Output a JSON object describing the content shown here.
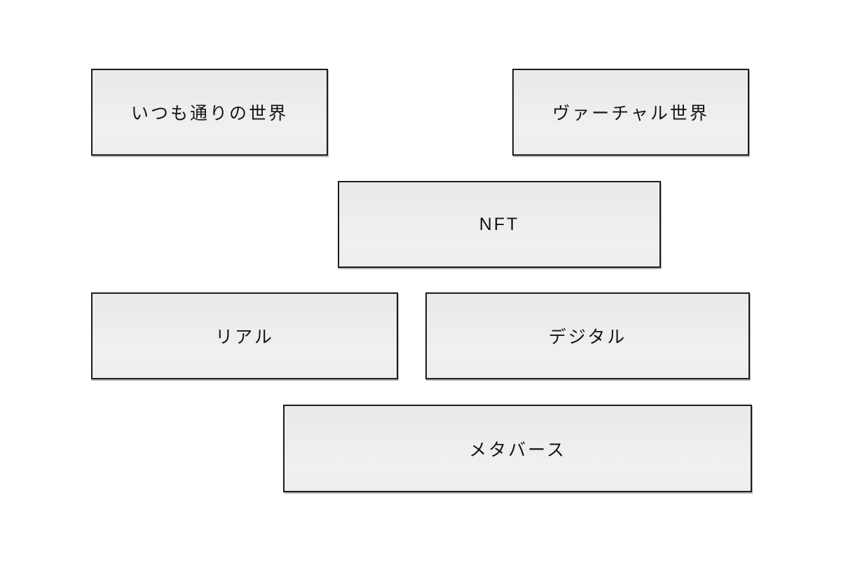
{
  "diagram": {
    "title": "metaverse-nft-concept-diagram",
    "colors": {
      "background": "#ffffff",
      "box_fill": "#ededed",
      "box_border": "#1c1c1c",
      "text": "#141414"
    },
    "boxes": [
      {
        "id": "ordinary-world",
        "label": "いつも通りの世界"
      },
      {
        "id": "virtual-world",
        "label": "ヴァーチャル世界"
      },
      {
        "id": "nft",
        "label": "NFT"
      },
      {
        "id": "real",
        "label": "リアル"
      },
      {
        "id": "digital",
        "label": "デジタル"
      },
      {
        "id": "metaverse",
        "label": "メタバース"
      }
    ]
  }
}
